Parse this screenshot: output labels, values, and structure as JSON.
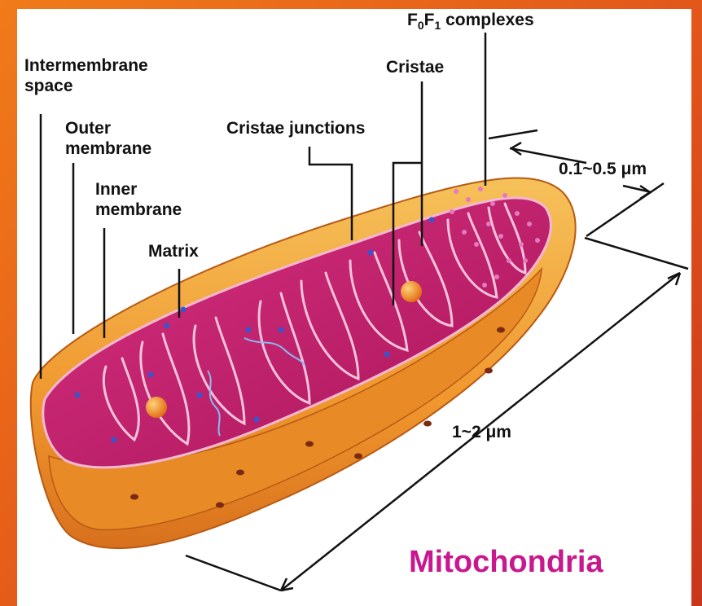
{
  "labels": {
    "intermembrane_space": "Intermembrane space",
    "intermembrane_line1": "Intermembrane",
    "intermembrane_line2": "space",
    "outer_membrane_line1": "Outer",
    "outer_membrane_line2": "membrane",
    "inner_membrane_line1": "Inner",
    "inner_membrane_line2": "membrane",
    "matrix": "Matrix",
    "cristae_junctions": "Cristae junctions",
    "cristae": "Cristae",
    "f0f1": {
      "F": "F",
      "sub0": "0",
      "F2": "F",
      "sub1": "1",
      "rest": " complexes"
    },
    "width_dim": "0.1~0.5 μm",
    "length_dim": "1~2 μm"
  },
  "title": "Mitochondria",
  "colors": {
    "border": "#e05a12",
    "title": "#c8188f",
    "matrix": "#c21c6b",
    "outer": "#f2a23a"
  }
}
